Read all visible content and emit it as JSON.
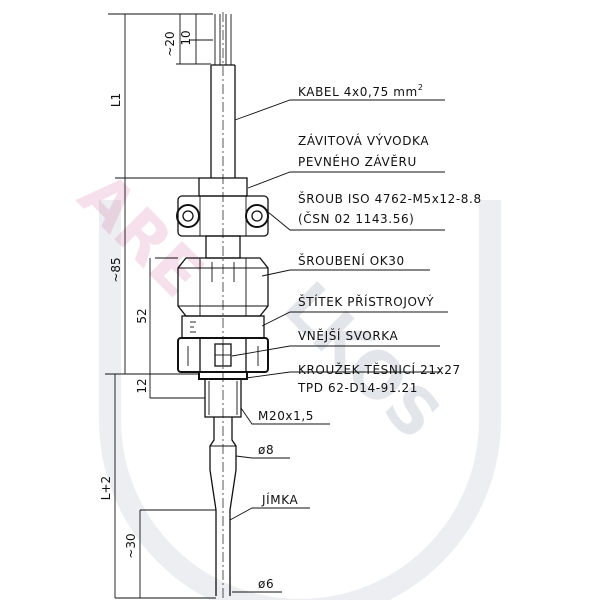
{
  "watermark": {
    "text_pink": "ARE",
    "text_gray": "LKOS",
    "pink_color": "#d977a6",
    "gray_color": "#9aa4b4"
  },
  "labels": {
    "kabel": "KABEL 4x0,75 mm",
    "kabel_sup": "2",
    "zavitova_1": "ZÁVITOVÁ VÝVODKA",
    "zavitova_2": "PEVNÉHO ZÁVĚRU",
    "sroub_1": "ŠROUB ISO 4762-M5x12-8.8",
    "sroub_2": "(ČSN 02 1143.56)",
    "sroubeni": "ŠROUBENÍ OK30",
    "stitek": "ŠTÍTEK PŘÍSTROJOVÝ",
    "vnejsi": "VNĚJŠÍ SVORKA",
    "krouzek_1": "KROUŽEK TĚSNICÍ 21x27",
    "krouzek_2": "TPD 62-D14-91.21",
    "thread": "M20x1,5",
    "d8": "ø8",
    "jimka": "JÍMKA",
    "d6": "ø6"
  },
  "dimensions": {
    "d20": "~20",
    "d10": "10",
    "L1": "L1",
    "d85": "~85",
    "d52": "52",
    "d12": "12",
    "L2": "L+2",
    "d30": "~30"
  }
}
